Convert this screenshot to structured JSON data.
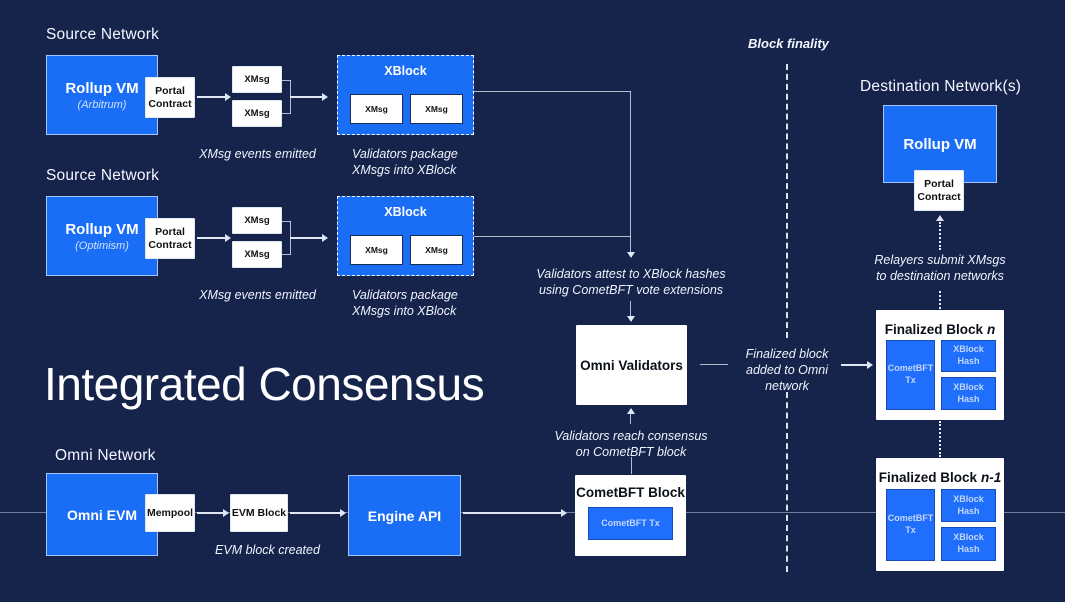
{
  "title": "Integrated Consensus",
  "block_finality_label": "Block finality",
  "source1": {
    "heading": "Source Network",
    "rollup_title": "Rollup VM",
    "rollup_subtitle": "(Arbitrum)",
    "portal_label": "Portal Contract",
    "xmsg_top": "XMsg",
    "xmsg_bottom": "XMsg",
    "xblock_title": "XBlock",
    "xblock_msg_left": "XMsg",
    "xblock_msg_right": "XMsg",
    "events_note": "XMsg events emitted",
    "package_note_line1": "Validators package",
    "package_note_line2": "XMsgs into XBlock"
  },
  "source2": {
    "heading": "Source Network",
    "rollup_title": "Rollup VM",
    "rollup_subtitle": "(Optimism)",
    "portal_label": "Portal Contract",
    "xmsg_top": "XMsg",
    "xmsg_bottom": "XMsg",
    "xblock_title": "XBlock",
    "xblock_msg_left": "XMsg",
    "xblock_msg_right": "XMsg",
    "events_note": "XMsg events emitted",
    "package_note_line1": "Validators package",
    "package_note_line2": "XMsgs into XBlock"
  },
  "center": {
    "attest_note_line1": "Validators attest to XBlock hashes",
    "attest_note_line2": "using CometBFT vote extensions",
    "omni_validators_label": "Omni Validators",
    "consensus_note_line1": "Validators reach consensus",
    "consensus_note_line2": "on CometBFT block",
    "finalized_note_line1": "Finalized block",
    "finalized_note_line2": "added to Omni",
    "finalized_note_line3": "network"
  },
  "destination": {
    "heading": "Destination Network(s)",
    "rollup_title": "Rollup VM",
    "portal_label": "Portal Contract",
    "relayers_note_line1": "Relayers submit XMsgs",
    "relayers_note_line2": "to destination networks"
  },
  "finalized_n": {
    "title_main": "Finalized Block",
    "title_suffix": "n",
    "comet_tx": "CometBFT Tx",
    "hash_top": "XBlock Hash",
    "hash_bottom": "XBlock Hash"
  },
  "finalized_n1": {
    "title_main": "Finalized Block",
    "title_suffix": "n-1",
    "comet_tx": "CometBFT Tx",
    "hash_top": "XBlock Hash",
    "hash_bottom": "XBlock Hash"
  },
  "omni": {
    "heading": "Omni Network",
    "omni_evm": "Omni EVM",
    "mempool": "Mempool",
    "evm_block": "EVM Block",
    "evm_note": "EVM block created",
    "engine_api": "Engine API",
    "comet_block_title": "CometBFT Block",
    "comet_tx": "CometBFT Tx"
  },
  "colors": {
    "background": "#16234a",
    "brand_blue": "#1a6df5",
    "inner_blue": "#1f6efc",
    "light_blue_text": "#c3d7fc",
    "white": "#ffffff"
  }
}
